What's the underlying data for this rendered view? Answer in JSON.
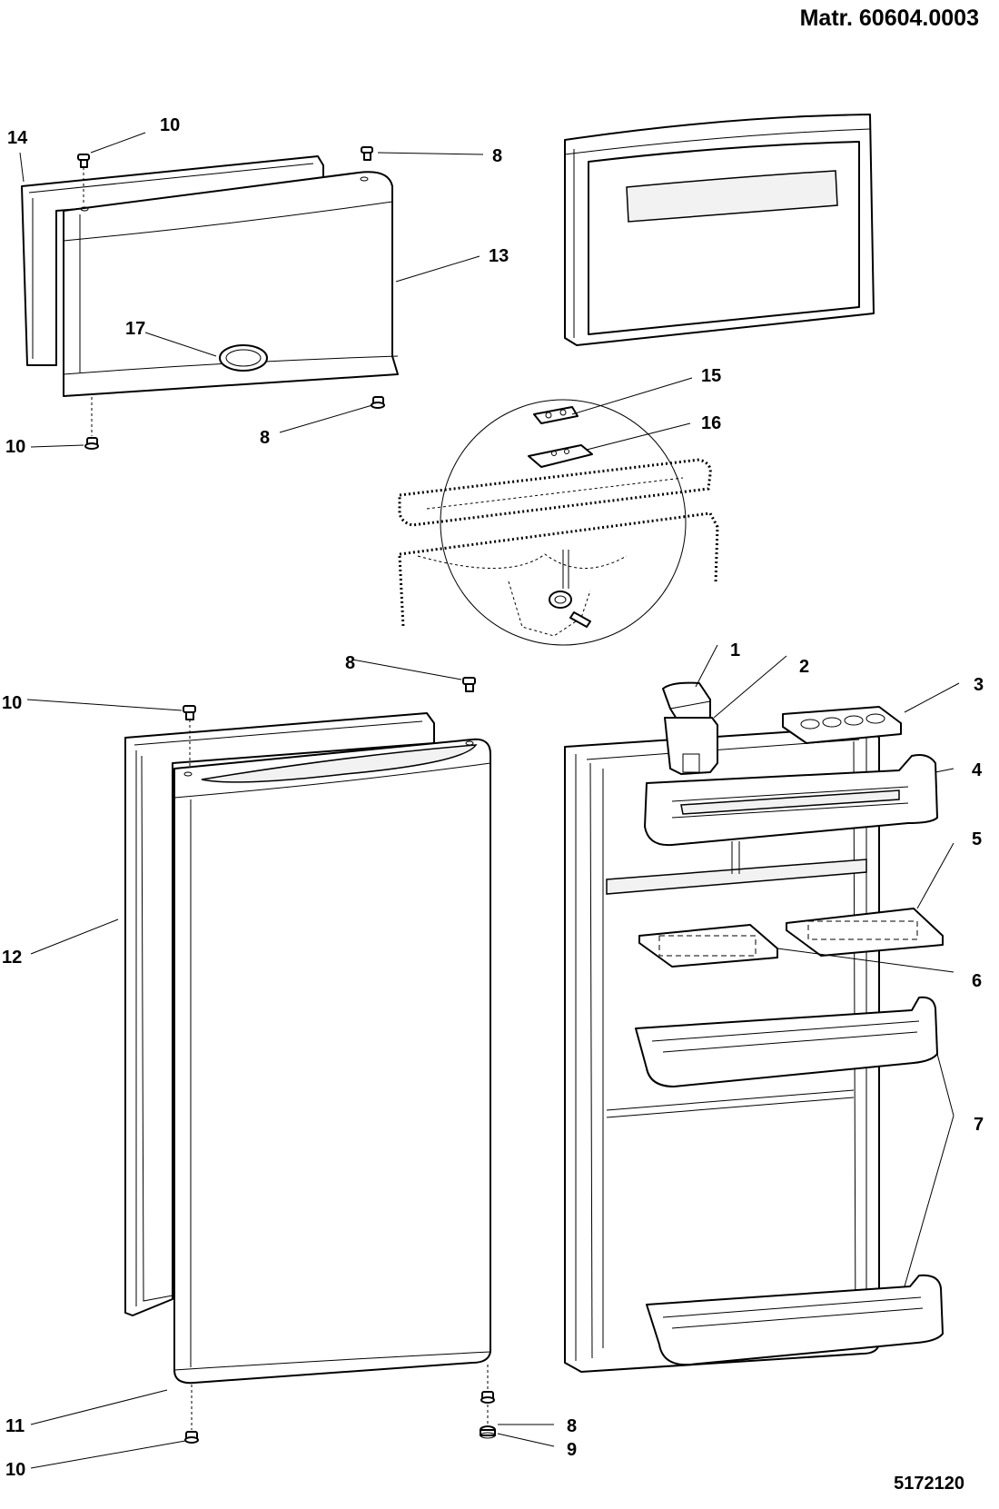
{
  "header": {
    "material_number": "Matr. 60604.0003"
  },
  "footer": {
    "drawing_number": "5172120"
  },
  "callouts": {
    "c1": "1",
    "c2": "2",
    "c3": "3",
    "c4": "4",
    "c5": "5",
    "c6": "6",
    "c7": "7",
    "c8_top": "8",
    "c8_freezer_bottom": "8",
    "c8_fridge_top": "8",
    "c8_fridge_bottom": "8",
    "c9": "9",
    "c10_top": "10",
    "c10_freezer_bottom": "10",
    "c10_fridge_top": "10",
    "c10_fridge_bottom": "10",
    "c11": "11",
    "c12": "12",
    "c13": "13",
    "c14": "14",
    "c15": "15",
    "c16": "16",
    "c17": "17"
  }
}
